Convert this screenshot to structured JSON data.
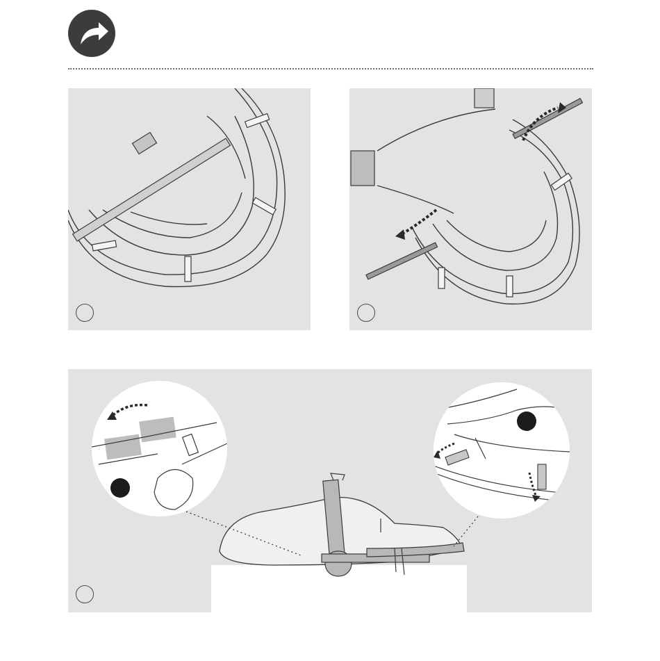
{
  "header": {
    "icon": "curved-arrow-right-icon"
  },
  "panels": [
    {
      "id": "panel-1",
      "step_marker": "empty-circle"
    },
    {
      "id": "panel-2",
      "step_marker": "empty-circle"
    },
    {
      "id": "panel-3",
      "step_marker": "empty-circle"
    }
  ],
  "colors": {
    "panel_bg": "#e3e3e3",
    "ink": "#3a3a3a",
    "badge": "#1c1c1c"
  }
}
